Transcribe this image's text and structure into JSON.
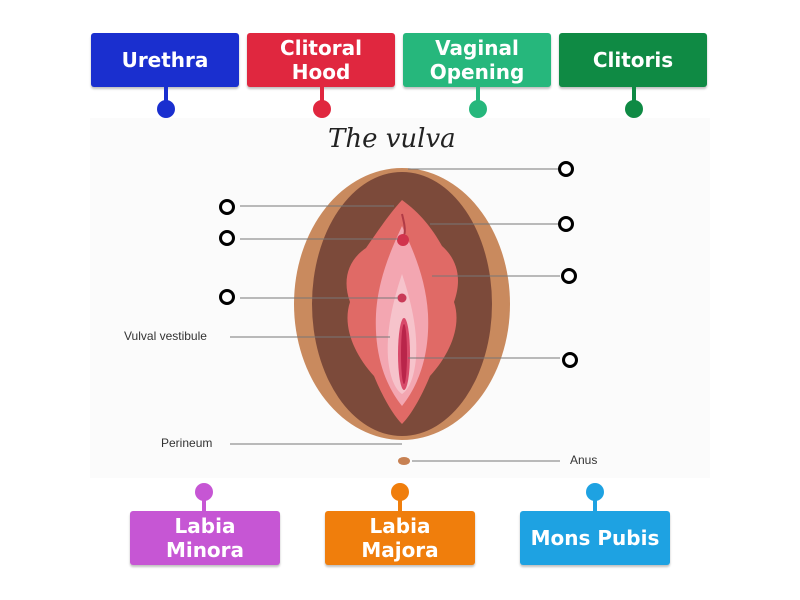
{
  "colors": {
    "urethra": "#1a2fcf",
    "clitoral_hood": "#e0273f",
    "vaginal_opening": "#26b77c",
    "clitoris": "#0f8a44",
    "labia_minora": "#c656d4",
    "labia_majora": "#f07e0c",
    "mons_pubis": "#1ea2e2"
  },
  "tiles_top": [
    {
      "label": "Urethra",
      "color_key": "urethra"
    },
    {
      "label": "Clitoral Hood",
      "color_key": "clitoral_hood"
    },
    {
      "label": "Vaginal Opening",
      "color_key": "vaginal_opening"
    },
    {
      "label": "Clitoris",
      "color_key": "clitoris"
    }
  ],
  "tiles_bottom": [
    {
      "label": "Labia Minora",
      "color_key": "labia_minora"
    },
    {
      "label": "Labia Majora",
      "color_key": "labia_majora"
    },
    {
      "label": "Mons Pubis",
      "color_key": "mons_pubis"
    }
  ],
  "diagram": {
    "title": "The vulva",
    "labels": {
      "vestibule": "Vulval vestibule",
      "perineum": "Perineum",
      "anus": "Anus"
    }
  }
}
